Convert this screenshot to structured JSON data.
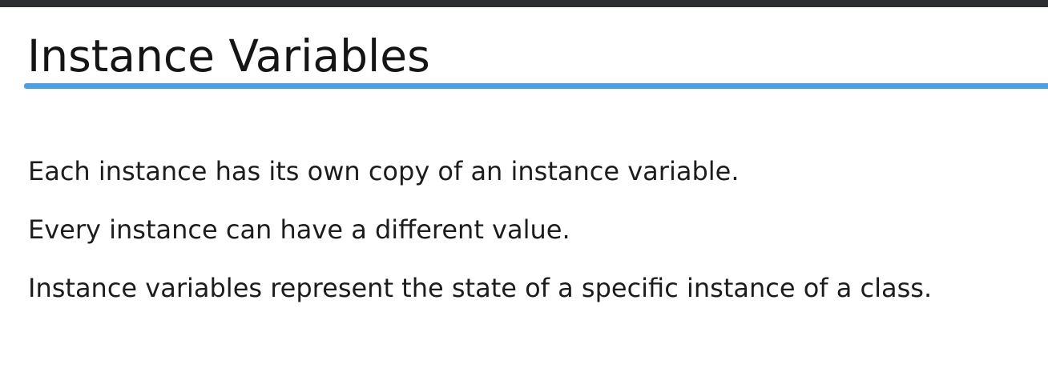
{
  "slide": {
    "title": "Instance Variables",
    "accent_color": "#4b9fe8",
    "bullets": [
      "Each instance has its own copy of an instance variable.",
      "Every instance can have a different value.",
      "Instance variables represent the state of a specific instance of a class."
    ]
  }
}
